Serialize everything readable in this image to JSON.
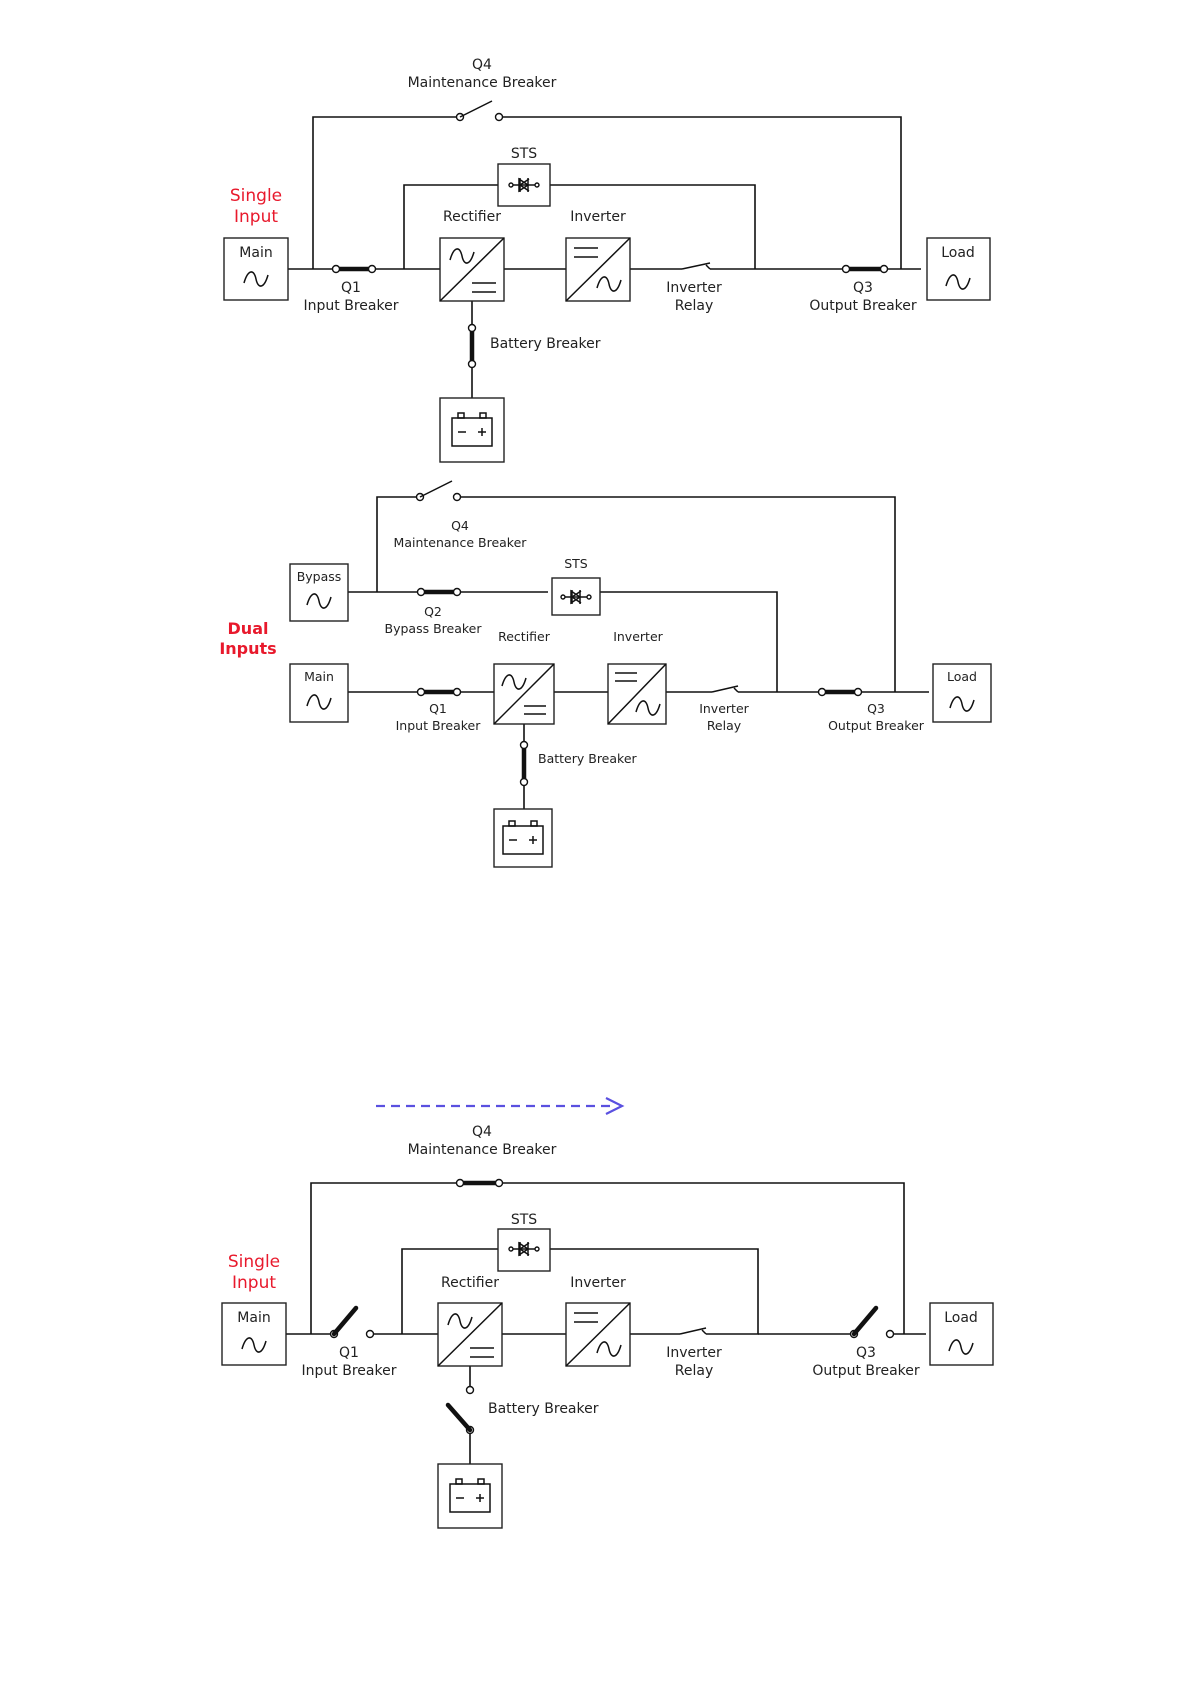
{
  "colors": {
    "mode_label": "#e8192c",
    "flow_arrow": "#5a50e0"
  },
  "diagram1": {
    "mode_label_line1": "Single",
    "mode_label_line2": "Input",
    "main": "Main",
    "load": "Load",
    "rectifier": "Rectifier",
    "inverter": "Inverter",
    "sts": "STS",
    "q4_id": "Q4",
    "q4_name": "Maintenance Breaker",
    "q1_id": "Q1",
    "q1_name": "Input Breaker",
    "q3_id": "Q3",
    "q3_name": "Output Breaker",
    "relay_line1": "Inverter",
    "relay_line2": "Relay",
    "battery_breaker": "Battery Breaker"
  },
  "diagram2": {
    "mode_label_line1": "Dual",
    "mode_label_line2": "Inputs",
    "bypass": "Bypass",
    "main": "Main",
    "load": "Load",
    "rectifier": "Rectifier",
    "inverter": "Inverter",
    "sts": "STS",
    "q4_id": "Q4",
    "q4_name": "Maintenance Breaker",
    "q2_id": "Q2",
    "q2_name": "Bypass Breaker",
    "q1_id": "Q1",
    "q1_name": "Input Breaker",
    "q3_id": "Q3",
    "q3_name": "Output Breaker",
    "relay_line1": "Inverter",
    "relay_line2": "Relay",
    "battery_breaker": "Battery Breaker"
  },
  "diagram3": {
    "mode_label_line1": "Single",
    "mode_label_line2": "Input",
    "main": "Main",
    "load": "Load",
    "rectifier": "Rectifier",
    "inverter": "Inverter",
    "sts": "STS",
    "q4_id": "Q4",
    "q4_name": "Maintenance Breaker",
    "q1_id": "Q1",
    "q1_name": "Input Breaker",
    "q3_id": "Q3",
    "q3_name": "Output Breaker",
    "relay_line1": "Inverter",
    "relay_line2": "Relay",
    "battery_breaker": "Battery Breaker"
  }
}
